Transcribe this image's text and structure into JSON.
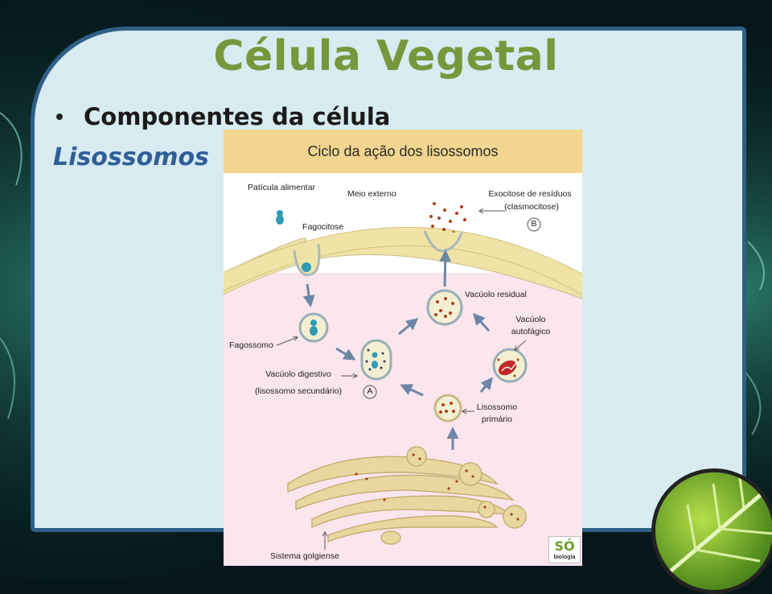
{
  "slide": {
    "title": "Célula Vegetal",
    "bullet": "Componentes da célula",
    "subtitle": "Lisossomos"
  },
  "figure": {
    "header": "Ciclo da ação dos lisossomos",
    "labels": {
      "particle": "Patícula alimentar",
      "external": "Meio externo",
      "exocytosis": "Exocitose de resíduos",
      "clasmocytosis": "(clasmocitose)",
      "marker_b": "B",
      "phagocytosis": "Fagocitose",
      "residual": "Vacúolo residual",
      "autophagic_1": "Vacúolo",
      "autophagic_2": "autofágico",
      "phagosome": "Fagossomo",
      "digestive_1": "Vacúolo digestivo",
      "digestive_2": "(lisossomo secundário)",
      "marker_a": "A",
      "primary_1": "Lisossomo",
      "primary_2": "primário",
      "golgi": "Sistema golgiense"
    },
    "logo_top": "SÓ",
    "logo_bottom": "biologia"
  },
  "colors": {
    "title": "#77973d",
    "subtitle": "#2f5f9a",
    "panel": "#d7ebf1",
    "panel_border": "#2f5f86",
    "membrane": "#efe3a6",
    "cytoplasm": "#fbe6ee",
    "header": "#f2d58e",
    "arrow": "#6d86a6",
    "granule": "#a8401c"
  }
}
